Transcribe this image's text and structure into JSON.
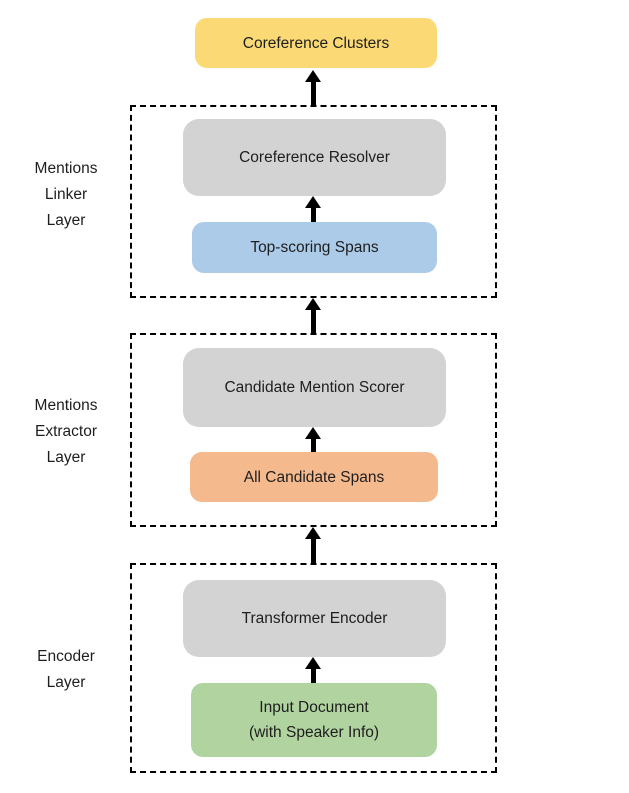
{
  "diagram": {
    "output_box": {
      "label": "Coreference Clusters",
      "fill": "#FBDA75"
    },
    "arrow_color": "#000000",
    "dashed_border_color": "#000000",
    "text_color": "#1e1e1e",
    "layers": [
      {
        "label": "Mentions\nLinker\nLayer",
        "processor_box": {
          "label": "Coreference Resolver",
          "fill": "#D3D3D3"
        },
        "input_box": {
          "label": "Top-scoring Spans",
          "fill": "#ABCBE9"
        }
      },
      {
        "label": "Mentions\nExtractor\nLayer",
        "processor_box": {
          "label": "Candidate Mention Scorer",
          "fill": "#D3D3D3"
        },
        "input_box": {
          "label": "All Candidate Spans",
          "fill": "#F5B98E"
        }
      },
      {
        "label": "Encoder\nLayer",
        "processor_box": {
          "label": "Transformer Encoder",
          "fill": "#D3D3D3"
        },
        "input_box": {
          "label": "Input Document\n(with Speaker Info)",
          "fill": "#B1D3A0"
        }
      }
    ]
  }
}
